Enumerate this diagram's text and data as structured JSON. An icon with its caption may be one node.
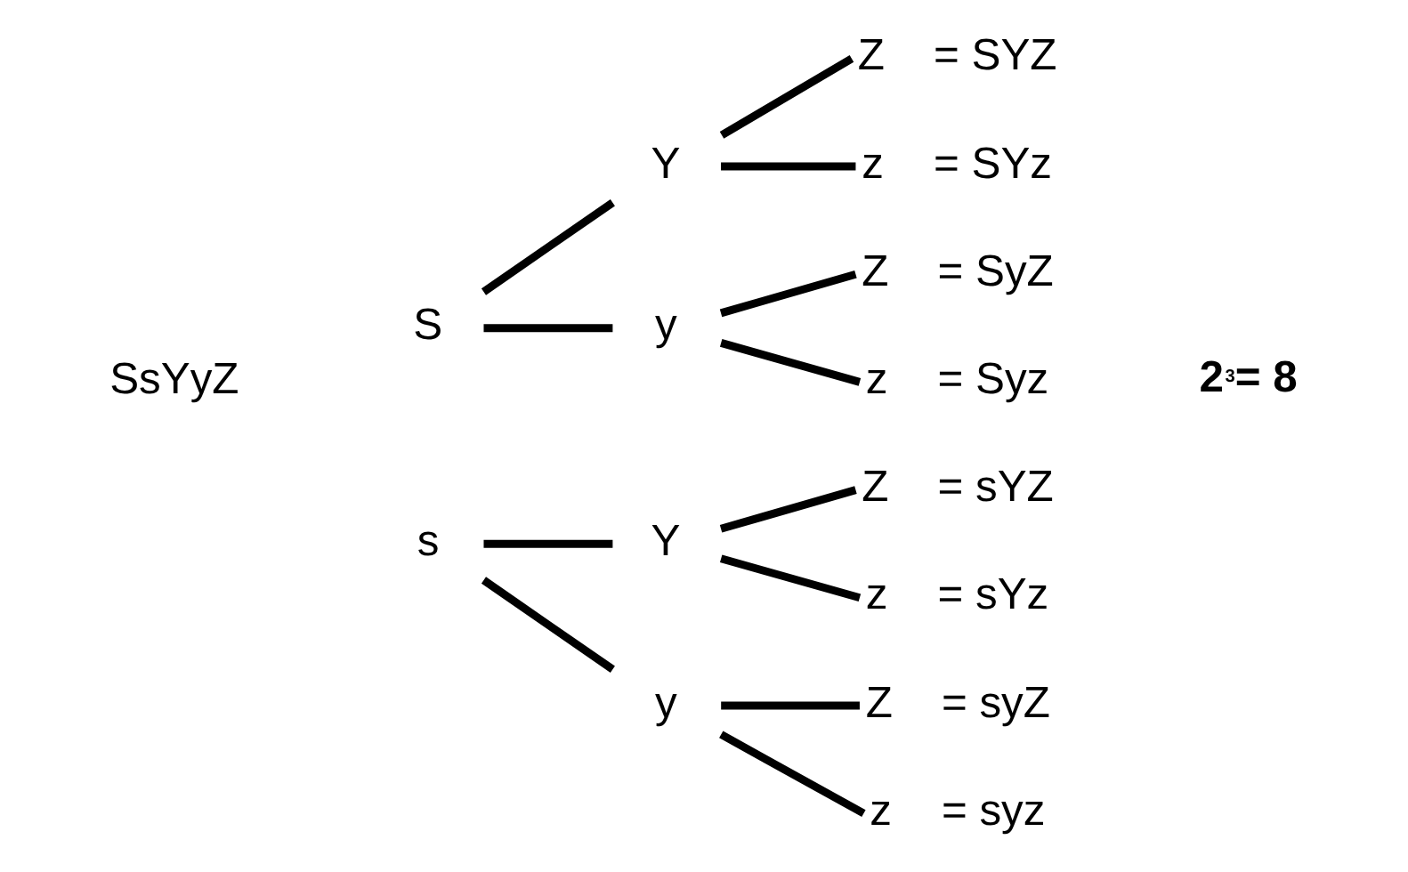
{
  "diagram": {
    "nodes": [
      {
        "text": [
          "S"
        ]
      },
      {
        "text": [
          "Y"
        ]
      },
      {
        "text": [
          "Z"
        ],
        "beside": [
          "= SYZ"
        ]
      },
      {
        "text": [
          "z"
        ],
        "beside": [
          "= SYz"
        ]
      },
      {
        "text": [
          "y"
        ]
      },
      {
        "text": [
          "Z"
        ],
        "beside": [
          "= SyZ"
        ]
      },
      {
        "text": [
          "z"
        ],
        "beside": [
          "= Syz"
        ]
      },
      {
        "text": [
          "s"
        ]
      },
      {
        "text": [
          "Y"
        ]
      },
      {
        "text": [
          "Z"
        ],
        "beside": [
          "= sYZ"
        ]
      },
      {
        "text": [
          "z"
        ],
        "beside": [
          "= sYz"
        ]
      },
      {
        "text": [
          "y"
        ]
      },
      {
        "text": [
          "Z"
        ],
        "beside": [
          "= syZ"
        ]
      },
      {
        "text": [
          "z"
        ],
        "beside": [
          "= syz"
        ]
      }
    ],
    "edges": [
      {
        "from": 0,
        "to": 1,
        "arrow": "none"
      },
      {
        "from": 1,
        "to": 2,
        "arrow": "none"
      },
      {
        "from": 1,
        "to": 3,
        "arrow": "none"
      },
      {
        "from": 0,
        "to": 4,
        "arrow": "none"
      },
      {
        "from": 4,
        "to": 5,
        "arrow": "none"
      },
      {
        "from": 4,
        "to": 6,
        "arrow": "none"
      },
      {
        "from": 7,
        "to": 8,
        "arrow": "none"
      },
      {
        "from": 8,
        "to": 9,
        "arrow": "none"
      },
      {
        "from": 8,
        "to": 10,
        "arrow": "none"
      },
      {
        "from": 7,
        "to": 11,
        "arrow": "none"
      },
      {
        "from": 11,
        "to": 12,
        "arrow": "none"
      },
      {
        "from": 11,
        "to": 13,
        "arrow": "none"
      }
    ],
    "labels": [
      "SsYyZ",
      "2$^{3}$= 8"
    ]
  }
}
